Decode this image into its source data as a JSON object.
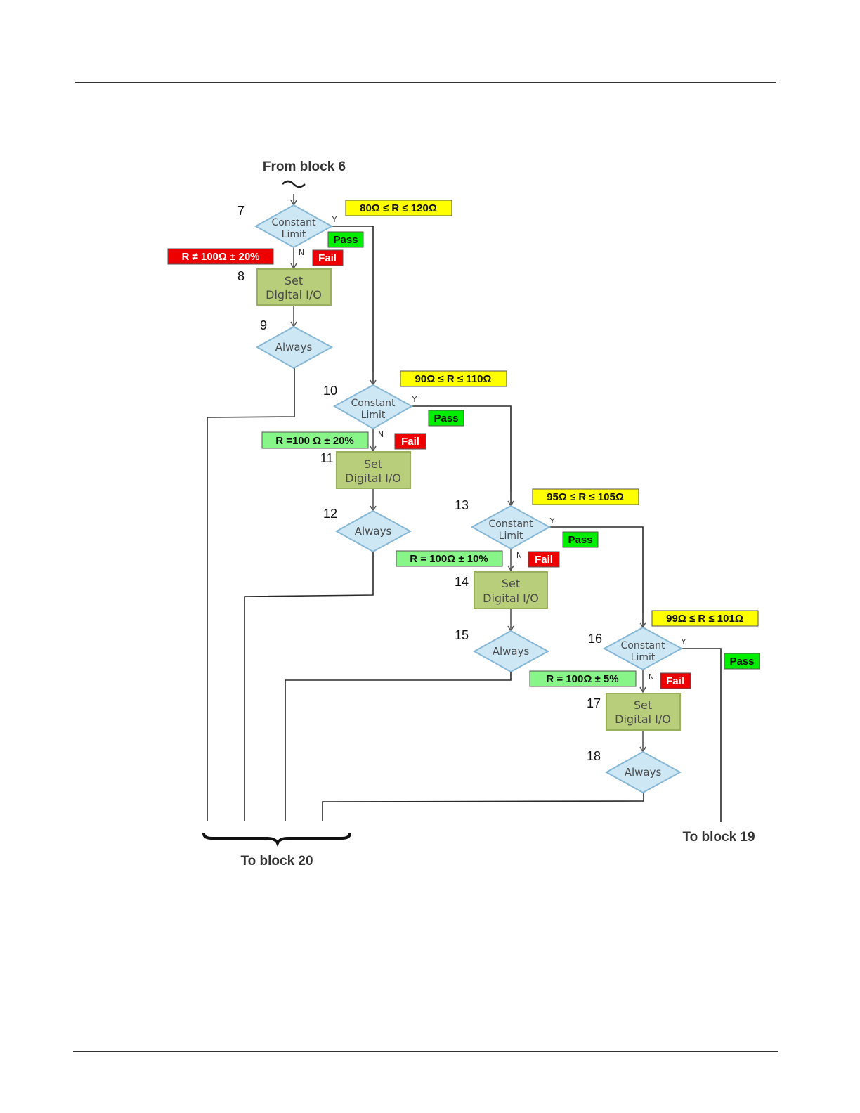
{
  "colors": {
    "decision_fill": "#cde7f5",
    "decision_stroke": "#86b7d6",
    "process_fill": "#b9ce7a",
    "process_stroke": "#99b05c",
    "tag_yellow": "#ffff00",
    "tag_green_pass": "#00ee00",
    "tag_green_light": "#88f588",
    "tag_red": "#ee0000"
  },
  "labels": {
    "from_block": "From block 6",
    "to_block_20": "To block 20",
    "to_block_19": "To block 19"
  },
  "blocks": {
    "n7": "7",
    "n8": "8",
    "n9": "9",
    "n10": "10",
    "n11": "11",
    "n12": "12",
    "n13": "13",
    "n14": "14",
    "n15": "15",
    "n16": "16",
    "n17": "17",
    "n18": "18"
  },
  "shape_text": {
    "constant": "Constant",
    "limit": "Limit",
    "set": "Set",
    "digital_io": "Digital I/O",
    "always": "Always",
    "yes": "Y",
    "no": "N"
  },
  "tags": {
    "range_7": "80Ω ≤ R ≤ 120Ω",
    "range_10": "90Ω ≤ R ≤ 110Ω",
    "range_13": "95Ω ≤ R ≤ 105Ω",
    "range_16": "99Ω ≤ R ≤ 101Ω",
    "cond_8": "R ≠ 100Ω ± 20%",
    "cond_11": "R =100 Ω ± 20%",
    "cond_14": "R = 100Ω ± 10%",
    "cond_17": "R = 100Ω ± 5%",
    "pass": "Pass",
    "fail": "Fail"
  }
}
